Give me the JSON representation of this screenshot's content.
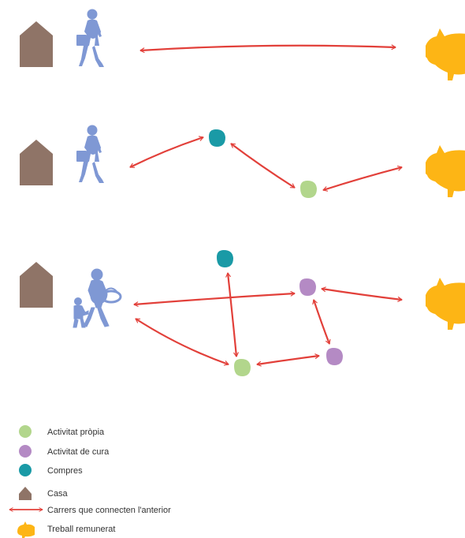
{
  "colors": {
    "house": "#8f7467",
    "person": "#7f98d4",
    "arrow": "#e2403a",
    "piggy": "#fdb515",
    "own_activity": "#b2d68c",
    "care_activity": "#b48ac4",
    "shopping": "#1a9aa6"
  },
  "icons": {
    "house": "house-icon",
    "person": "walking-person-icon",
    "person_with_child": "person-with-child-icon",
    "piggy": "piggy-bank-icon",
    "arrow": "double-arrow-icon"
  },
  "legend": [
    {
      "key": "own_activity",
      "label": "Activitat pròpia",
      "icon": "green-dot-icon"
    },
    {
      "key": "care_activity",
      "label": "Activitat de cura",
      "icon": "purple-dot-icon"
    },
    {
      "key": "shopping",
      "label": "Compres",
      "icon": "teal-dot-icon"
    },
    {
      "key": "house",
      "label": "Casa",
      "icon": "house-icon"
    },
    {
      "key": "arrow",
      "label": "Carrers que connecten l'anterior",
      "icon": "double-arrow-icon"
    },
    {
      "key": "piggy",
      "label": "Treball remunerat",
      "icon": "piggy-bank-icon"
    }
  ]
}
